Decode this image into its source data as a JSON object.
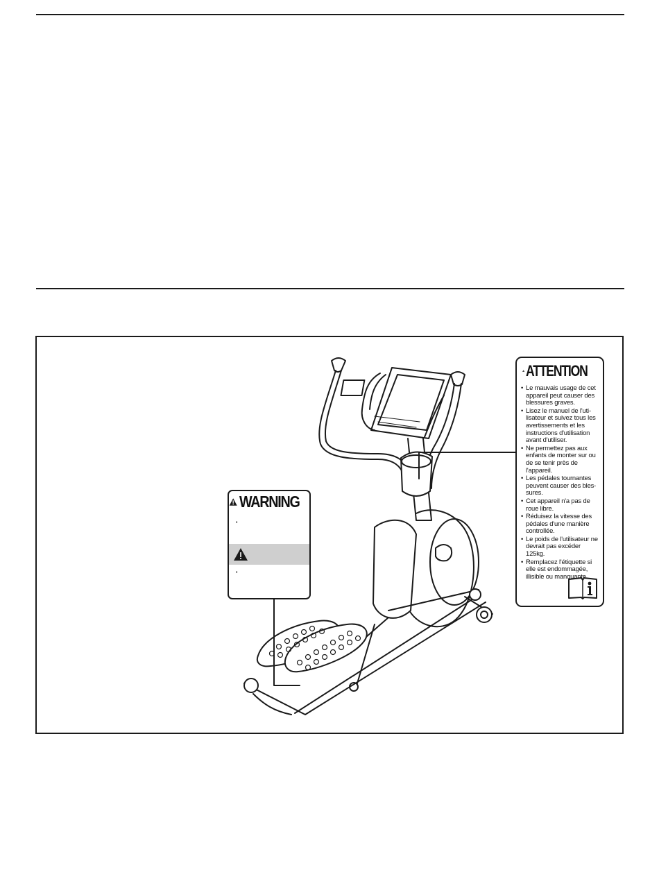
{
  "warning_label": {
    "heading": "WARNING",
    "bullet_1": "•",
    "bullet_2": "•"
  },
  "attention_label": {
    "heading": "ATTENTION",
    "items": [
      "Le mauvais usage de cet appareil peut causer des blessures graves.",
      "Lisez le manuel de l'uti-lisateur et suivez tous les avertissements et les instructions d'utilisation avant d'utiliser.",
      "Ne permettez pas aux enfants de monter sur ou de se tenir près de l'appareil.",
      "Les pédales tournantes peuvent causer des bles-sures.",
      "Cet appareil n'a pas de roue libre.",
      "Réduisez la vitesse des pédales d'une manière controllée.",
      "Le poids de l'utilisateur ne devrait pas excéder 125kg.",
      "Remplacez l'étiquette si elle est endommagée, illisible ou manquante."
    ]
  },
  "icons": {
    "warning_triangle": "warning-triangle-icon",
    "manual_book": "manual-book-icon"
  },
  "colors": {
    "ink": "#1a1a1a",
    "label_band": "#cfcfcf"
  }
}
